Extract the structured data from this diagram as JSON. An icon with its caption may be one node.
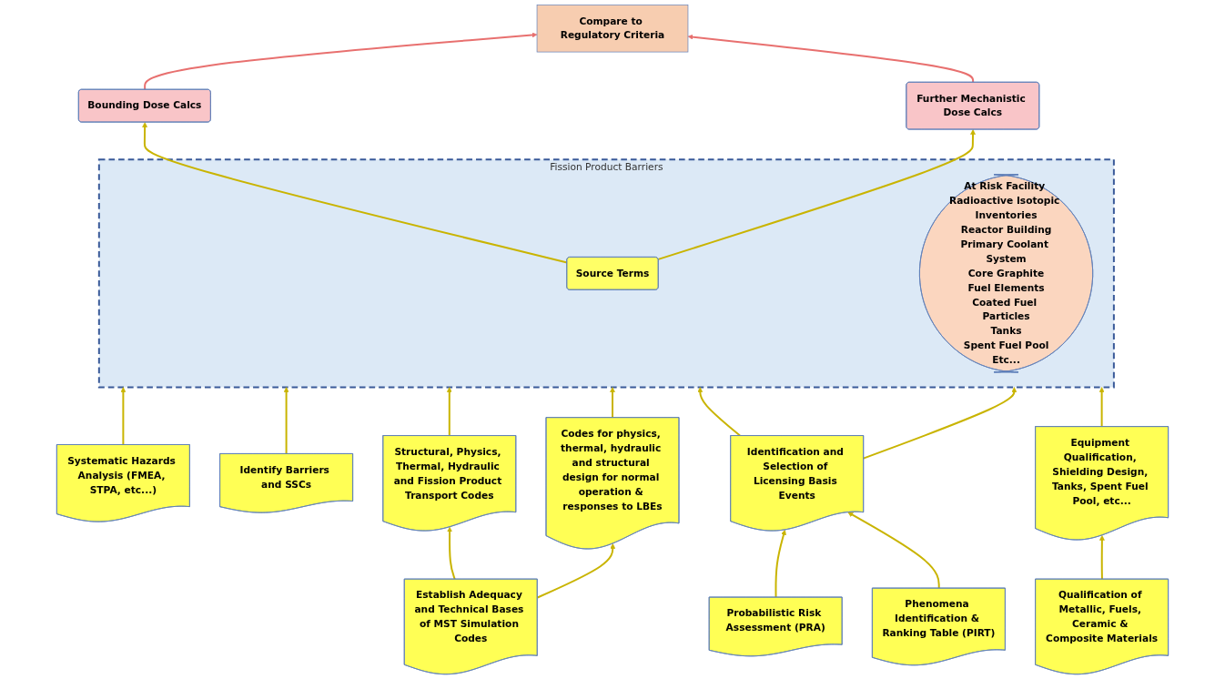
{
  "diagram": {
    "nodes": [
      {
        "text": [
          "Compare to Regulatory Criteria"
        ]
      },
      {
        "text": [
          "Bounding Dose Calcs"
        ]
      },
      {
        "text": [
          "Further Mechanistic Dose Calcs"
        ]
      },
      {
        "text": [
          "Fission Product Barriers"
        ]
      },
      {
        "text": [
          "Source Terms"
        ],
        "in": 3
      },
      {
        "text": [
          "At Risk Facility Radioactive Isotopic Inventories",
          "Reactor Building",
          "Primary Coolant System",
          "Core Graphite",
          "Fuel Elements",
          "Coated Fuel Particles",
          "Tanks",
          "Spent Fuel Pool",
          "Etc..."
        ],
        "in": 3
      },
      {
        "text": [
          "Systematic Hazards Analysis (FMEA, STPA, etc...)"
        ]
      },
      {
        "text": [
          "Identify Barriers and SSCs"
        ]
      },
      {
        "text": [
          "Establish Adequacy and Technical Bases of MST Simulation Codes"
        ]
      },
      {
        "text": [
          "Structural, Physics, Thermal, Hydraulic and Fission Product Transport Codes"
        ]
      },
      {
        "text": [
          "Codes for physics, thermal, hydraulic and structural design for normal operation & responses to LBEs"
        ]
      },
      {
        "text": [
          "Identification and Selection of Licensing Basis Events"
        ]
      },
      {
        "text": [
          "Probabilistic Risk Assessment (PRA)"
        ]
      },
      {
        "text": [
          "Phenomena Identification & Ranking Table (PIRT)"
        ]
      },
      {
        "text": [
          "Equipment Qualification, Shielding Design, Tanks, Spent Fuel Pool, etc..."
        ]
      },
      {
        "text": [
          "Qualification of Metallic, Fuels, Ceramic & Composite Materials"
        ]
      }
    ],
    "edges": [
      {
        "from": 1,
        "to": 0,
        "arrow": "to",
        "color": "#e8706f"
      },
      {
        "from": 2,
        "to": 0,
        "arrow": "to",
        "color": "#e8706f"
      },
      {
        "from": 4,
        "to": 1,
        "arrow": "to"
      },
      {
        "from": 4,
        "to": 2,
        "arrow": "to"
      },
      {
        "from": 6,
        "to": 3,
        "arrow": "to"
      },
      {
        "from": 7,
        "to": 3,
        "arrow": "to"
      },
      {
        "from": 8,
        "to": 9,
        "arrow": "to"
      },
      {
        "from": 8,
        "to": 10,
        "arrow": "to"
      },
      {
        "from": 9,
        "to": 3,
        "arrow": "to"
      },
      {
        "from": 10,
        "to": 3,
        "arrow": "to"
      },
      {
        "from": 12,
        "to": 11,
        "arrow": "to"
      },
      {
        "from": 13,
        "to": 11,
        "arrow": "to"
      },
      {
        "from": 11,
        "to": 3,
        "arrow": "to"
      },
      {
        "from": 11,
        "to": 3,
        "arrow": "to"
      },
      {
        "from": 15,
        "to": 14,
        "arrow": "to"
      },
      {
        "from": 14,
        "to": 3,
        "arrow": "to"
      }
    ]
  }
}
